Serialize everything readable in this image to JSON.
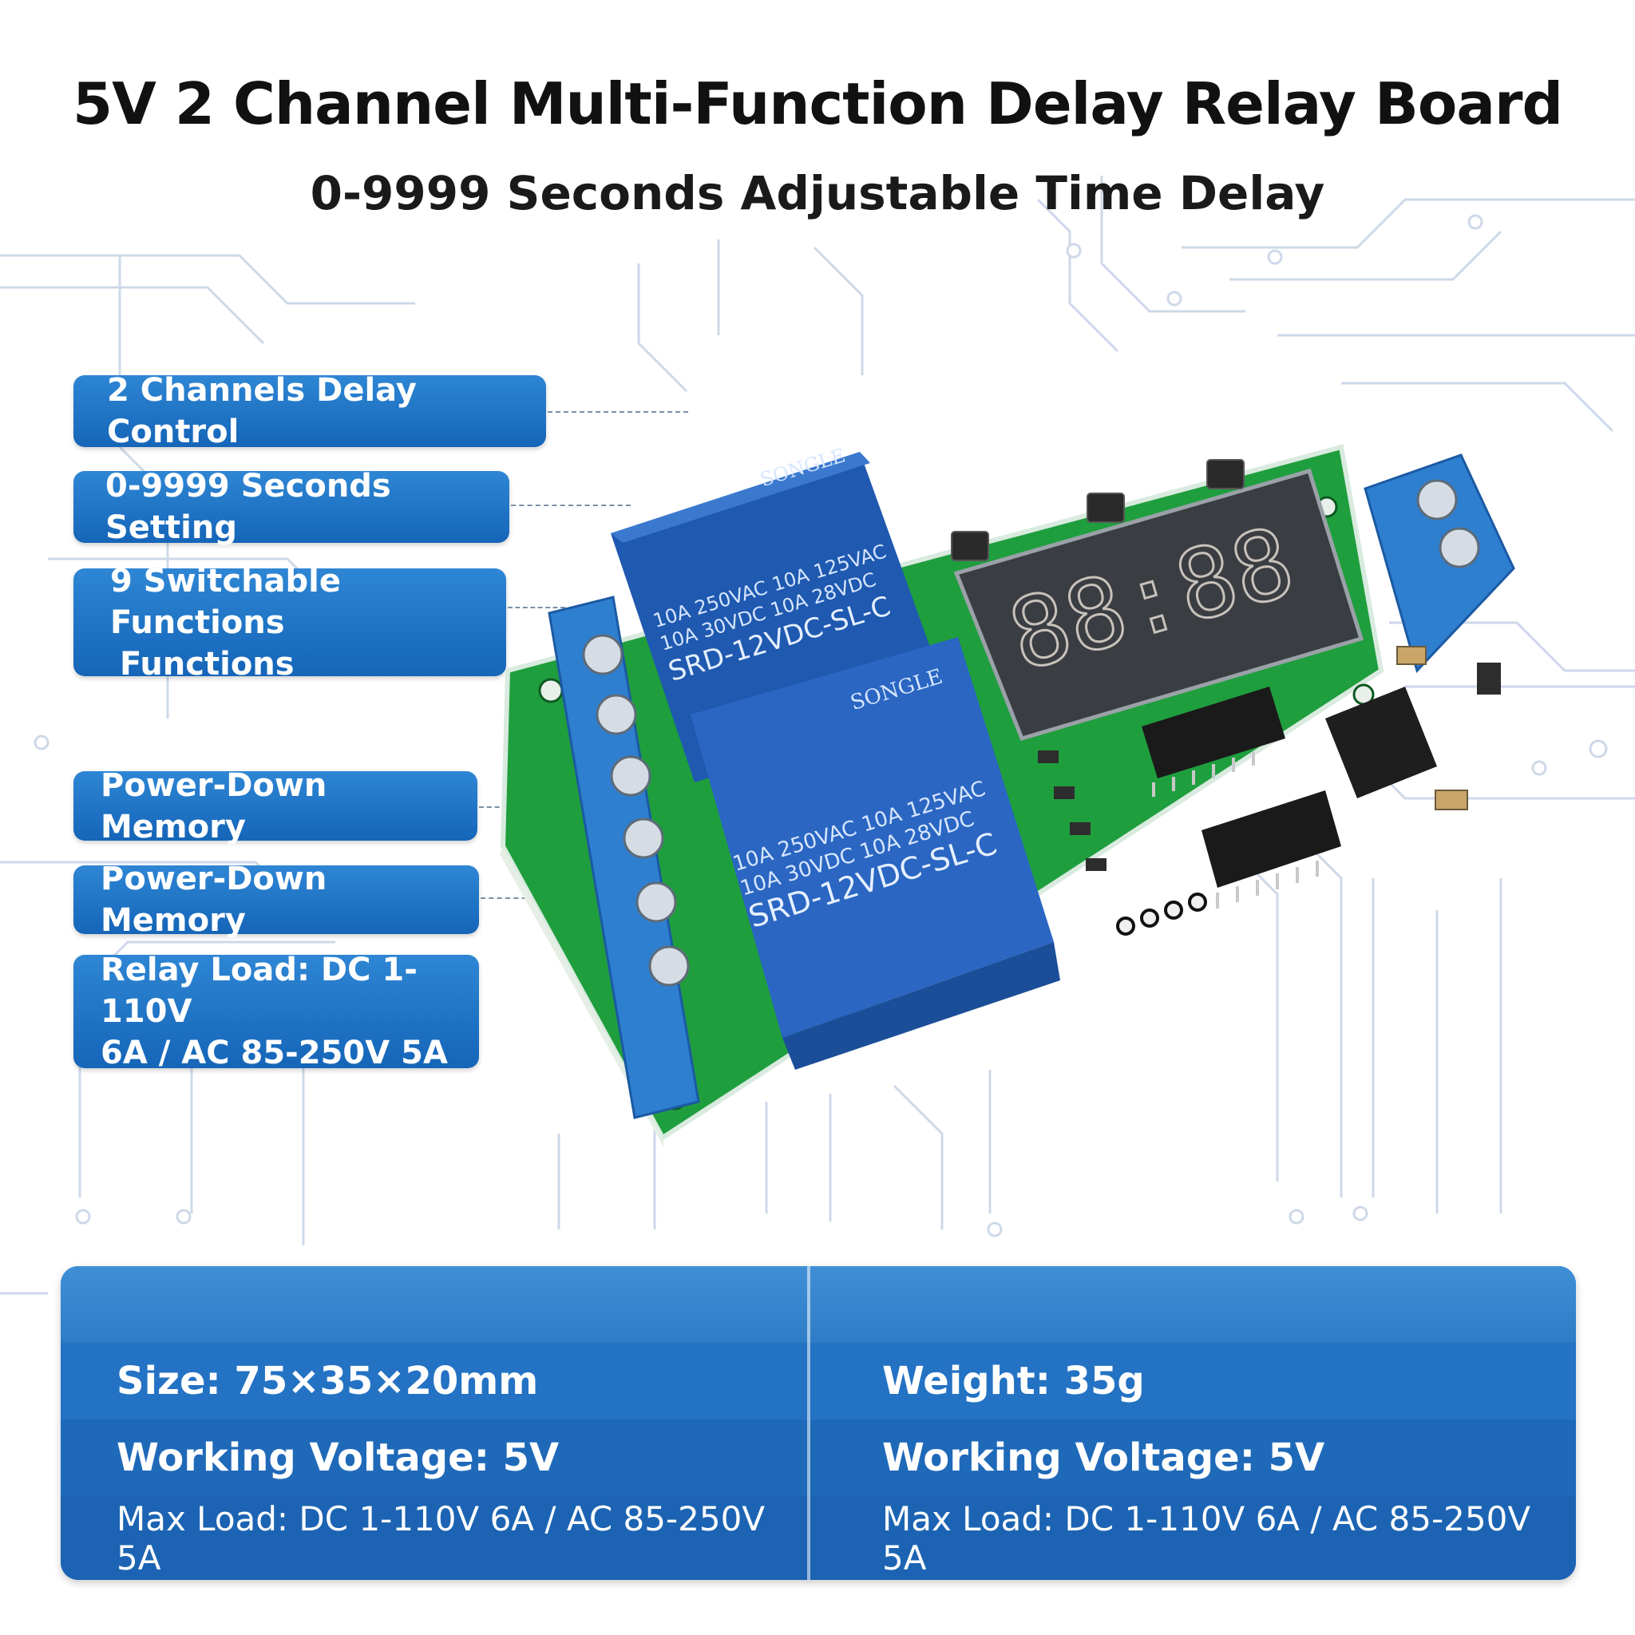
{
  "title": "5V 2 Channel Multi-Function Delay Relay Board",
  "subtitle": "0-9999 Seconds Adjustable Time Delay",
  "callouts": [
    {
      "lines": [
        "2 Channels Delay Control"
      ]
    },
    {
      "lines": [
        "0-9999 Seconds Setting"
      ]
    },
    {
      "lines": [
        "9 Switchable Functions",
        "Functions"
      ]
    },
    {
      "lines": [
        "Power-Down Memory"
      ]
    },
    {
      "lines": [
        "Power-Down Memory"
      ]
    },
    {
      "lines": [
        "Relay Load: DC 1-110V",
        "6A / AC 85-250V 5A"
      ]
    }
  ],
  "board": {
    "display_digits": "88:88",
    "relays": [
      {
        "brand": "SONGLE",
        "rating_1": "10A 250VAC  10A 125VAC",
        "rating_2": "10A 30VDC  10A 28VDC",
        "model": "SRD-12VDC-SL-C"
      },
      {
        "brand": "SONGLE",
        "rating_1": "10A 250VAC  10A 125VAC",
        "rating_2": "10A 30VDC  10A 28VDC",
        "model": "SRD-12VDC-SL-C"
      }
    ]
  },
  "specs": {
    "header_left": "",
    "header_right": "",
    "size": "Size: 75×35×20mm",
    "weight": "Weight: 35g",
    "voltage_left": "Working Voltage: 5V",
    "voltage_right": "Working Voltage: 5V",
    "load_left": "Max Load: DC 1-110V 6A / AC 85-250V 5A",
    "load_right": "Max Load: DC 1-110V 6A / AC 85-250V 5A"
  },
  "colors": {
    "callout_blue": "#1e74c6",
    "spec_blue": "#1d6bbd",
    "pcb_green": "#1f9e3e",
    "relay_blue": "#2a66c2",
    "terminal_blue": "#2f7fd0",
    "circuit_line": "#c5d3e4"
  }
}
